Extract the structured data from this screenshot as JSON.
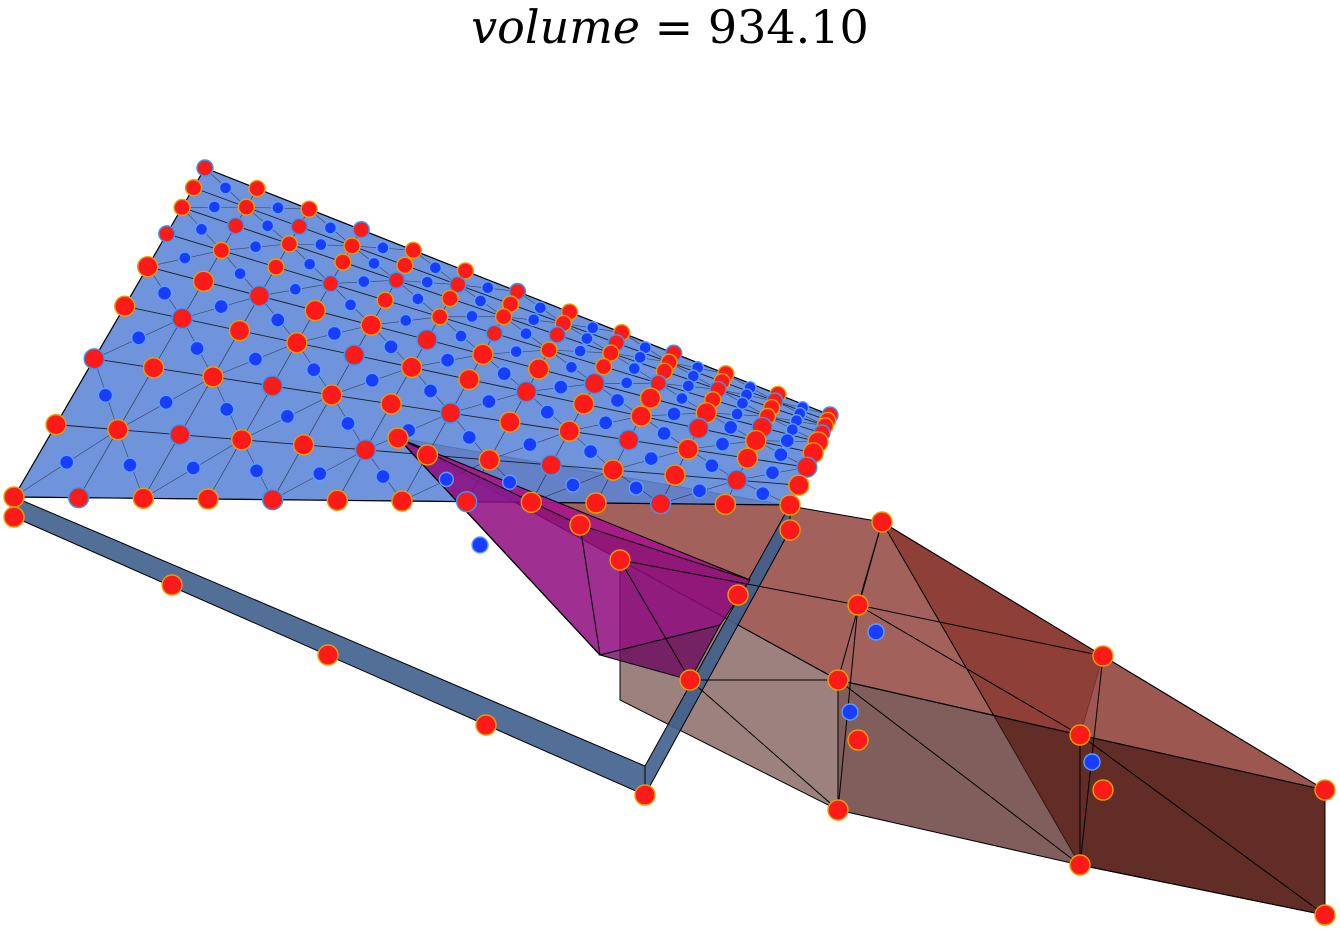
{
  "title": {
    "variable": "volume",
    "operator": "=",
    "value": "934.10"
  },
  "colors": {
    "slab_top": "#5b85d6",
    "slab_side": "#3f5f8c",
    "block_face": "#8b3a32",
    "block_dark": "#4a1a16",
    "wedge": "#8e0a7e",
    "wire": "#000000",
    "node_red": "#ff1a1a",
    "node_blue": "#1a3cff",
    "node_rim": "#e8a000"
  },
  "objects": [
    {
      "name": "triangulated-slab",
      "shape": "box",
      "mesh": "triangulated"
    },
    {
      "name": "brown-block",
      "shape": "box",
      "mesh": "wireframe"
    },
    {
      "name": "magenta-wedge",
      "shape": "wedge"
    }
  ]
}
